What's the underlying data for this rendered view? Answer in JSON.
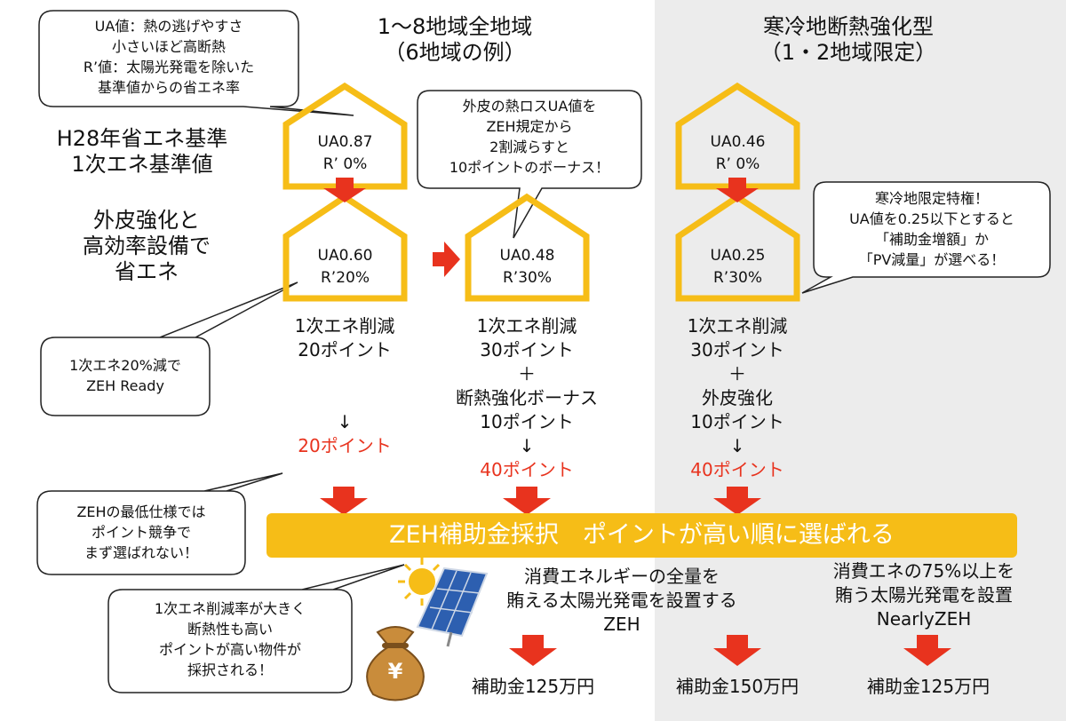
{
  "headers": {
    "all_regions": [
      "1〜8地域全地域",
      "（6地域の例）"
    ],
    "cold_regions": [
      "寒冷地断熱強化型",
      "（1・2地域限定）"
    ]
  },
  "labels": {
    "baseline": [
      "H28年省エネ基準",
      "1次エネ基準値"
    ],
    "improvement": [
      "外皮強化と",
      "高効率設備で",
      "省エネ"
    ]
  },
  "houses": {
    "base_all": {
      "ua": "UA0.87",
      "r": "R’  0%"
    },
    "improved": {
      "ua": "UA0.60",
      "r": "R’20%"
    },
    "bonus": {
      "ua": "UA0.48",
      "r": "R’30%"
    },
    "base_cold": {
      "ua": "UA0.46",
      "r": "R’  0%"
    },
    "cold": {
      "ua": "UA0.25",
      "r": "R’30%"
    }
  },
  "points": {
    "col1": [
      "1次エネ削減",
      "20ポイント"
    ],
    "col2": [
      "1次エネ削減",
      "30ポイント",
      "＋",
      "断熱強化ボーナス",
      "10ポイント"
    ],
    "col3": [
      "1次エネ削減",
      "30ポイント",
      "＋",
      "外皮強化",
      "10ポイント"
    ],
    "down_arrow": "↓",
    "totals": [
      "20ポイント",
      "40ポイント",
      "40ポイント"
    ]
  },
  "callouts": {
    "definitions": [
      "UA値：熱の逃げやすさ",
      "小さいほど高断熱",
      "R’値：太陽光発電を除いた",
      "基準値からの省エネ率"
    ],
    "bonus": [
      "外皮の熱ロスUA値を",
      "ZEH規定から",
      "2割減らすと",
      "10ポイントのボーナス！"
    ],
    "cold_privilege": [
      "寒冷地限定特権！",
      "UA値を0.25以下とすると",
      "「補助金増額」か",
      "「PV減量」が選べる！"
    ],
    "zeh_ready": [
      "1次エネ20%減で",
      "ZEH Ready"
    ],
    "minimum_spec": [
      "ZEHの最低仕様では",
      "ポイント競争で",
      "まず選ばれない！"
    ],
    "selected": [
      "1次エネ削減率が大きく",
      "断熱性も高い",
      "ポイントが高い物件が",
      "採択される！"
    ]
  },
  "banner": "ZEH補助金採択　ポイントが高い順に選ばれる",
  "outcomes": {
    "zeh": [
      "消費エネルギーの全量を",
      "賄える太陽光発電を設置する",
      "ZEH"
    ],
    "nearly_zeh": [
      "消費エネの75%以上を",
      "賄う太陽光発電を設置",
      "NearlyZEH"
    ]
  },
  "subsidies": [
    "補助金125万円",
    "補助金150万円",
    "補助金125万円"
  ],
  "icons": {
    "money_bag_symbol": "¥"
  },
  "colors": {
    "house_outline": "#f6bd17",
    "arrow": "#e8331e",
    "banner": "#f6bd17",
    "panel": "#ececec"
  }
}
